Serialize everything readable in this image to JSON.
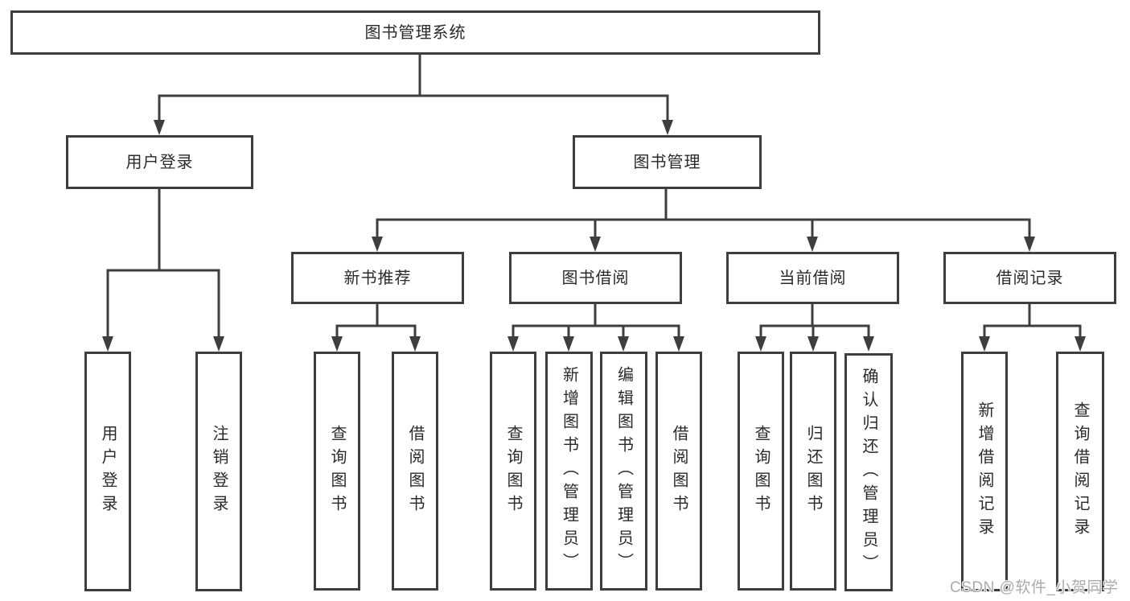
{
  "tree": {
    "label": "图书管理系统",
    "children": [
      {
        "label": "用户登录",
        "children": [
          {
            "label": "用户登录"
          },
          {
            "label": "注销登录"
          }
        ]
      },
      {
        "label": "图书管理",
        "children": [
          {
            "label": "新书推荐",
            "children": [
              {
                "label": "查询图书"
              },
              {
                "label": "借阅图书"
              }
            ]
          },
          {
            "label": "图书借阅",
            "children": [
              {
                "label": "查询图书"
              },
              {
                "label": "新增图书（管理员）"
              },
              {
                "label": "编辑图书（管理员）"
              },
              {
                "label": "借阅图书"
              }
            ]
          },
          {
            "label": "当前借阅",
            "children": [
              {
                "label": "查询图书"
              },
              {
                "label": "归还图书"
              },
              {
                "label": "确认归还（管理员）"
              }
            ]
          },
          {
            "label": "借阅记录",
            "children": [
              {
                "label": "新增借阅记录"
              },
              {
                "label": "查询借阅记录"
              }
            ]
          }
        ]
      }
    ]
  },
  "watermark": "CSDN @软件_小贺同学",
  "colors": {
    "line": "#3e3e3e",
    "text": "#2a2a2a",
    "background": "#ffffff",
    "watermark": "#ababab"
  }
}
